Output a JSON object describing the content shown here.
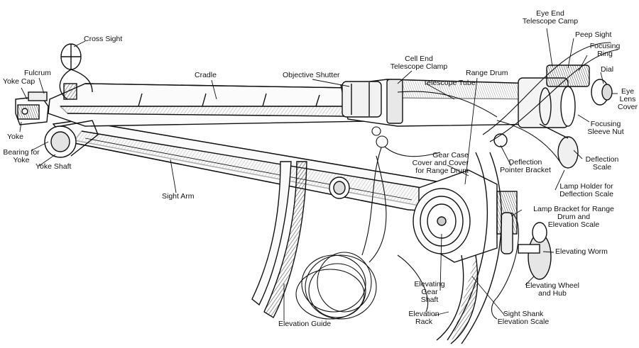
{
  "labels": {
    "eye_end_telescope_camp": [
      "Eye End",
      "Telescope Camp"
    ],
    "peep_sight": "Peep Sight",
    "focusing_ring": [
      "Focusing",
      "Ring"
    ],
    "dial": "Dial",
    "eye_lens_cover": [
      "Eye",
      "Lens",
      "Cover"
    ],
    "focusing_sleeve_nut": [
      "Focusing",
      "Sleeve Nut"
    ],
    "cross_sight": "Cross Sight",
    "cell_end_telescope_clamp": [
      "Cell End",
      "Telescope Clamp"
    ],
    "range_drum": "Range Drum",
    "objective_shutter": "Objective Shutter",
    "telescope_tube": "Telescope Tube",
    "cradle": "Cradle",
    "fulcrum": "Fulcrum",
    "yoke_cap": [
      "Yoke",
      "Cap"
    ],
    "yoke": "Yoke",
    "bearing_for_yoke": [
      "Bearing for",
      "Yoke"
    ],
    "yoke_shaft": "Yoke Shaft",
    "sight_arm": "Sight Arm",
    "gear_case_cover": [
      "Gear Case",
      "Cover and Cover",
      "for Range Drum"
    ],
    "deflection_pointer_bracket": [
      "Deflection",
      "Pointer Bracket"
    ],
    "deflection_scale": [
      "Deflection",
      "Scale"
    ],
    "lamp_holder": [
      "Lamp Holder for",
      "Deflection Scale"
    ],
    "lamp_bracket": [
      "Lamp Bracket for Range",
      "Drum and",
      "Elevation Scale"
    ],
    "elevating_worm": "Elevating Worm",
    "elevating_wheel": [
      "Elevating Wheel",
      "and Hub"
    ],
    "elevating_gear_shaft": [
      "Elevating",
      "Gear",
      "Shaft"
    ],
    "elevation_rack": [
      "Elevation",
      "Rack"
    ],
    "sight_shank": [
      "Sight Shank",
      "Elevation Scale"
    ],
    "elevation_guide": "Elevation Guide"
  },
  "colors": {
    "ink": "#111111",
    "shade": "#8a8a8a",
    "background": "#ffffff"
  }
}
